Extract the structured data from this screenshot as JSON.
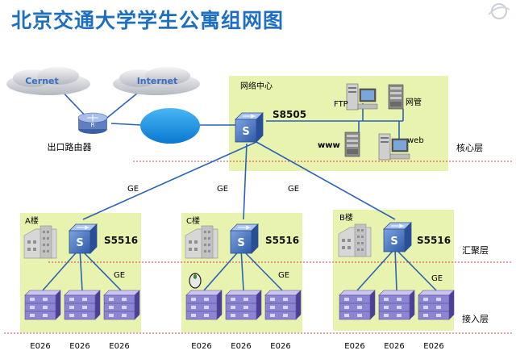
{
  "title": "北京交通大学学生公寓组网图",
  "clouds": {
    "cernet": "Cernet",
    "internet": "Internet"
  },
  "router_label": "出口路由器",
  "core": {
    "zone_label": "网络中心",
    "switch_label": "S8505",
    "servers": {
      "ftp": "FTP",
      "mgmt": "网管",
      "www": "www",
      "web": "web"
    }
  },
  "layers": {
    "core": "核心层",
    "aggregation": "汇聚层",
    "access": "接入层"
  },
  "links": {
    "uplink": "GE",
    "downlink": "GE"
  },
  "buildings": [
    {
      "name": "A楼",
      "switch": "S5516",
      "access_switches": [
        "E026",
        "E026",
        "E026"
      ]
    },
    {
      "name": "C楼",
      "switch": "S5516",
      "access_switches": [
        "E026",
        "E026",
        "E026"
      ]
    },
    {
      "name": "B楼",
      "switch": "S5516",
      "access_switches": [
        "E026",
        "E026",
        "E026"
      ]
    }
  ],
  "colors": {
    "title": "#1e6fc0",
    "zone": "#e8f3b0",
    "switch": "#3f6db5",
    "cable": "#2a63b8",
    "ellipse": "#1590e0",
    "dashed": "#e04040"
  }
}
